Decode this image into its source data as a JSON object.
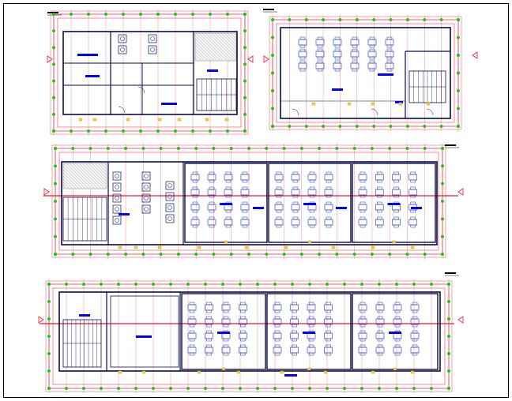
{
  "drawing": {
    "plans": [
      {
        "id": "plan-top-left",
        "kind": "toilets-stair-block",
        "title": "",
        "scale": ""
      },
      {
        "id": "plan-top-right",
        "kind": "classroom-office-block",
        "title": "",
        "scale": ""
      },
      {
        "id": "plan-middle",
        "kind": "ground-floor-classrooms",
        "title": "",
        "scale": ""
      },
      {
        "id": "plan-bottom",
        "kind": "upper-floor-classrooms",
        "title": "",
        "scale": ""
      }
    ]
  },
  "colors": {
    "background": "#ffffff",
    "frame": "#000000",
    "walls": "#0a0a4a",
    "dimension_lines": "#e8192c",
    "markers": "#22c21e",
    "furniture": "#1a2fc8",
    "labels": "#0000ff",
    "hatch": "#9a9a9a",
    "tags": "#f2d23c"
  },
  "icons": [
    "section-arrow-icon",
    "stair-icon",
    "desk-cluster-icon",
    "toilet-icon",
    "north-arrow-icon"
  ]
}
